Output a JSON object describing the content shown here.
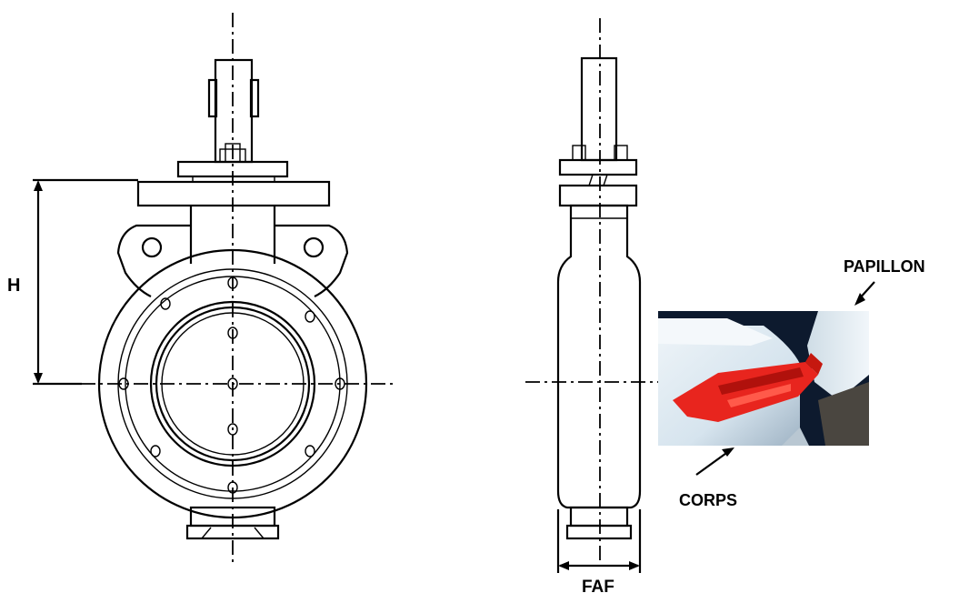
{
  "labels": {
    "height": "H",
    "face_to_face": "FAF",
    "disc": "PAPILLON",
    "body": "CORPS"
  },
  "colors": {
    "line": "#000000",
    "background": "#ffffff",
    "seal_red": "#e8251e",
    "photo_shadow": "#0d1a2e"
  }
}
